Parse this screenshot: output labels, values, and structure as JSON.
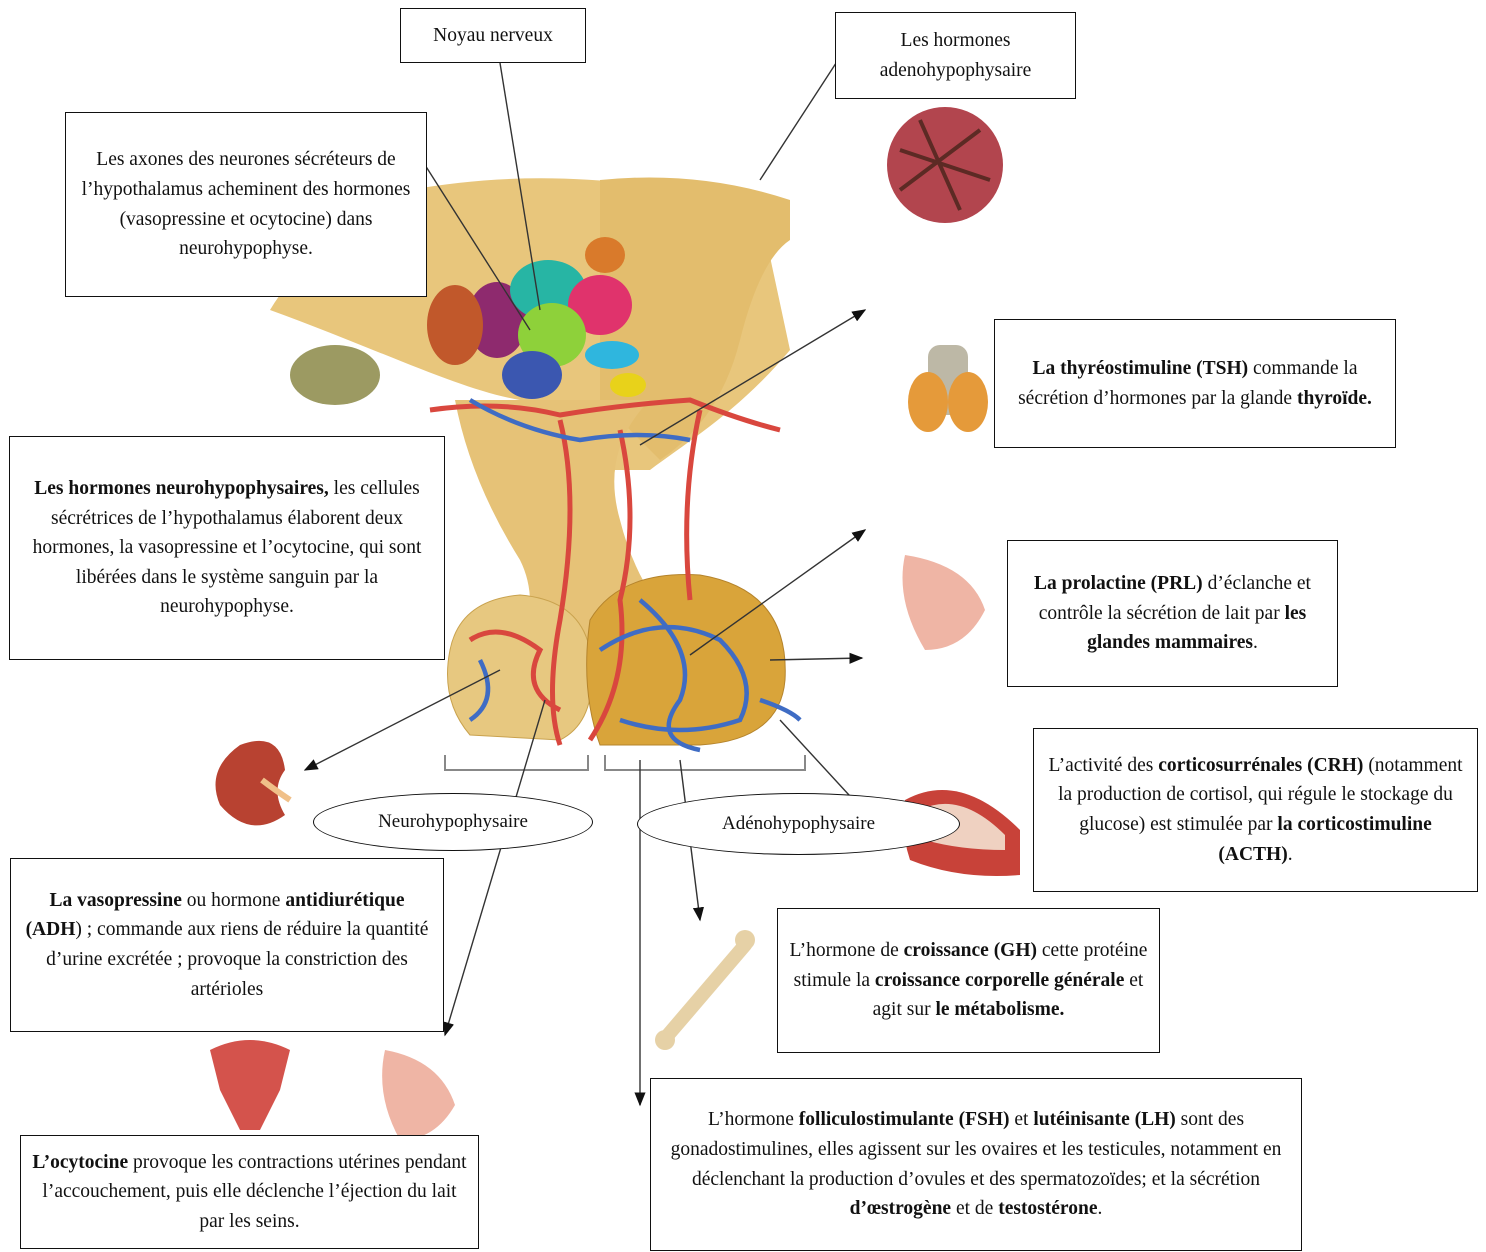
{
  "labels": {
    "noyau": "Noyau nerveux",
    "adeno_title": "Les hormones adenohypophysaire",
    "axones": "Les axones des neurones sécréteurs de l’hypothalamus acheminent des hormones (vasopressine et ocytocine) dans neurohypophyse.",
    "neuro_bold": "Les hormones neurohypophysaires,",
    "neuro_text": "les cellules sécrétrices de l’hypothalamus élaborent deux hormones, la vasopressine et l’ocytocine, qui sont libérées dans le système sanguin par la neurohypophyse.",
    "tsh_bold": "La thyréostimuline (TSH)",
    "tsh_text": "commande la sécrétion d’hormones par la glande",
    "tsh_bold2": "thyroïde.",
    "prl_bold": "La prolactine (PRL)",
    "prl_text": "d’éclanche et contrôle la sécrétion de lait par",
    "prl_bold2": "les glandes mammaires",
    "prl_end": ".",
    "crh_1": "L’activité des",
    "crh_bold": "corticosurrénales (CRH)",
    "crh_2": "(notamment la production de cortisol, qui régule le stockage du glucose) est stimulée par",
    "crh_bold2": "la corticostimuline (ACTH)",
    "crh_end": ".",
    "oval_neuro": "Neurohypophysaire",
    "oval_adeno": "Adénohypophysaire",
    "adh_bold": "La vasopressine",
    "adh_1": "ou hormone",
    "adh_bold2": "antidiurétique (ADH",
    "adh_2": ") ; commande aux riens de réduire la quantité d’urine excrétée ; provoque la constriction des artérioles",
    "gh_1": "L’hormone de",
    "gh_bold": "croissance (GH)",
    "gh_2": "cette protéine stimule la",
    "gh_bold2": "croissance corporelle générale",
    "gh_3": "et agit sur",
    "gh_bold3": "le métabolisme.",
    "oxy_bold": "L’ocytocine",
    "oxy_text": "provoque les contractions utérines pendant l’accouchement, puis elle déclenche l’éjection du lait par les seins.",
    "fsh_1": "L’hormone",
    "fsh_bold": "folliculostimulante (FSH)",
    "fsh_2": "et",
    "fsh_bold2": "lutéinisante (LH)",
    "fsh_3": "sont des gonadostimulines, elles agissent sur les ovaires et les testicules, notamment en déclenchant la production d’ovules et des spermatozoïdes; et la sécrétion",
    "fsh_bold3": "d’œstrogène",
    "fsh_4": "et de",
    "fsh_bold4": "testostérone",
    "fsh_end": "."
  },
  "colors": {
    "hypothalamus": "#e8c67c",
    "artery": "#d9473e",
    "vein": "#3f6cc4",
    "nuclei": [
      "#d97a2b",
      "#8e2a6e",
      "#27b5a4",
      "#e0336c",
      "#8ed13a",
      "#3b57b0",
      "#2fb6de",
      "#e8d21a",
      "#e89a1e"
    ]
  },
  "icons": [
    "thyroid-icon",
    "breast-icon",
    "adrenal-icon",
    "kidney-icon",
    "bone-icon",
    "uterus-icon",
    "tissue-icon"
  ]
}
